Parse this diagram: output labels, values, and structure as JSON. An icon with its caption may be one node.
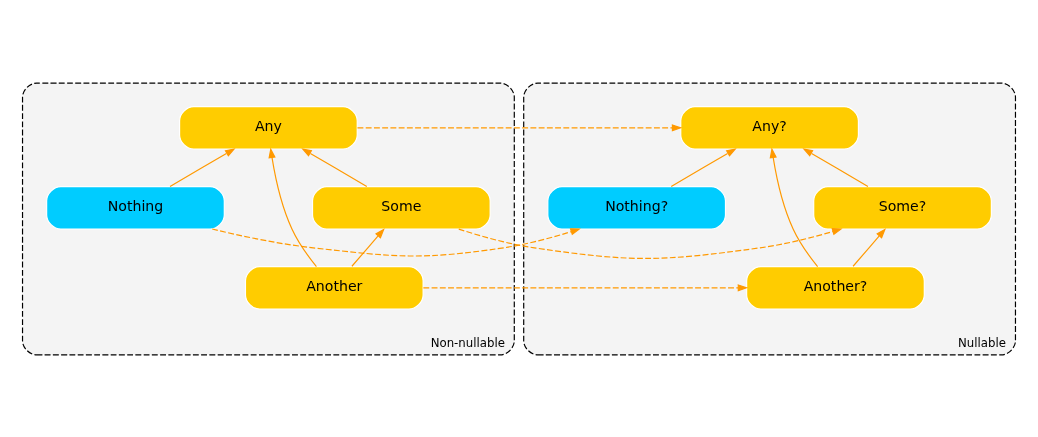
{
  "diagram": {
    "nodes": [
      {
        "text": [
          "Non-nullable"
        ]
      },
      {
        "text": [
          "Any"
        ],
        "in": 0
      },
      {
        "text": [
          "Some"
        ],
        "in": 0
      },
      {
        "text": [
          "Another"
        ],
        "in": 0
      },
      {
        "text": [
          "Nothing"
        ],
        "in": 0
      },
      {
        "text": [
          "Nullable"
        ]
      },
      {
        "text": [
          "Any?"
        ],
        "in": 5
      },
      {
        "text": [
          "Some?"
        ],
        "in": 5
      },
      {
        "text": [
          "Another?"
        ],
        "in": 5
      },
      {
        "text": [
          "Nothing?"
        ],
        "in": 5
      }
    ],
    "edges": [
      {
        "from": 2,
        "to": 1,
        "arrow": "to"
      },
      {
        "from": 3,
        "to": 2,
        "arrow": "to"
      },
      {
        "from": 3,
        "to": 1,
        "arrow": "to"
      },
      {
        "from": 4,
        "to": 1,
        "arrow": "to"
      },
      {
        "from": 1,
        "to": 6,
        "arrow": "to",
        "style": "dashed"
      },
      {
        "from": 2,
        "to": 7,
        "arrow": "to",
        "style": "dashed"
      },
      {
        "from": 3,
        "to": 8,
        "arrow": "to",
        "style": "dashed"
      },
      {
        "from": 4,
        "to": 9,
        "arrow": "to",
        "style": "dashed"
      },
      {
        "from": 7,
        "to": 6,
        "arrow": "to"
      },
      {
        "from": 8,
        "to": 7,
        "arrow": "to"
      },
      {
        "from": 8,
        "to": 6,
        "arrow": "to"
      },
      {
        "from": 9,
        "to": 6,
        "arrow": "to"
      }
    ]
  }
}
